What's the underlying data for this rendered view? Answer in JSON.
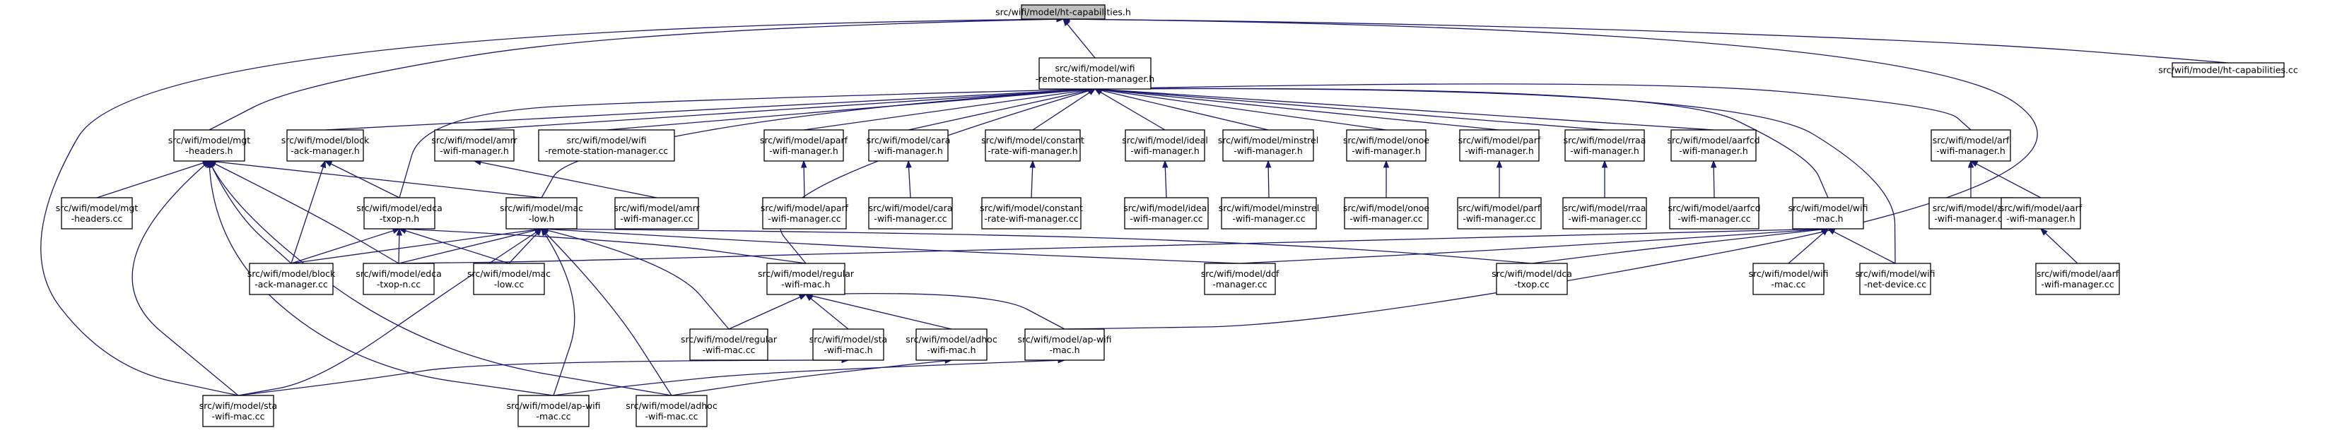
{
  "nodes": [
    {
      "id": "root",
      "lines": [
        "src/wifi/model/ht-capabilities.h"
      ],
      "kind": "header"
    },
    {
      "id": "rsm",
      "lines": [
        "src/wifi/model/wifi",
        "-remote-station-manager.h"
      ],
      "kind": "header"
    },
    {
      "id": "htcc",
      "lines": [
        "src/wifi/model/ht-capabilities.cc"
      ],
      "kind": "source"
    },
    {
      "id": "mgt",
      "lines": [
        "src/wifi/model/mgt",
        "-headers.h"
      ],
      "kind": "header"
    },
    {
      "id": "block",
      "lines": [
        "src/wifi/model/block",
        "-ack-manager.h"
      ],
      "kind": "header"
    },
    {
      "id": "amrr",
      "lines": [
        "src/wifi/model/amrr",
        "-wifi-manager.h"
      ],
      "kind": "header"
    },
    {
      "id": "rsmcc",
      "lines": [
        "src/wifi/model/wifi",
        "-remote-station-manager.cc"
      ],
      "kind": "source"
    },
    {
      "id": "aparf",
      "lines": [
        "src/wifi/model/aparf",
        "-wifi-manager.h"
      ],
      "kind": "header"
    },
    {
      "id": "cara",
      "lines": [
        "src/wifi/model/cara",
        "-wifi-manager.h"
      ],
      "kind": "header"
    },
    {
      "id": "constant",
      "lines": [
        "src/wifi/model/constant",
        "-rate-wifi-manager.h"
      ],
      "kind": "header"
    },
    {
      "id": "ideal",
      "lines": [
        "src/wifi/model/ideal",
        "-wifi-manager.h"
      ],
      "kind": "header"
    },
    {
      "id": "minstrel",
      "lines": [
        "src/wifi/model/minstrel",
        "-wifi-manager.h"
      ],
      "kind": "header"
    },
    {
      "id": "onoe",
      "lines": [
        "src/wifi/model/onoe",
        "-wifi-manager.h"
      ],
      "kind": "header"
    },
    {
      "id": "parf",
      "lines": [
        "src/wifi/model/parf",
        "-wifi-manager.h"
      ],
      "kind": "header"
    },
    {
      "id": "rraa",
      "lines": [
        "src/wifi/model/rraa",
        "-wifi-manager.h"
      ],
      "kind": "header"
    },
    {
      "id": "aarfcd",
      "lines": [
        "src/wifi/model/aarfcd",
        "-wifi-manager.h"
      ],
      "kind": "header"
    },
    {
      "id": "arf",
      "lines": [
        "src/wifi/model/arf",
        "-wifi-manager.h"
      ],
      "kind": "header"
    },
    {
      "id": "mgtcc",
      "lines": [
        "src/wifi/model/mgt",
        "-headers.cc"
      ],
      "kind": "source"
    },
    {
      "id": "edca",
      "lines": [
        "src/wifi/model/edca",
        "-txop-n.h"
      ],
      "kind": "header"
    },
    {
      "id": "mac",
      "lines": [
        "src/wifi/model/mac",
        "-low.h"
      ],
      "kind": "header"
    },
    {
      "id": "amrrcc",
      "lines": [
        "src/wifi/model/amrr",
        "-wifi-manager.cc"
      ],
      "kind": "source"
    },
    {
      "id": "aparfcc",
      "lines": [
        "src/wifi/model/aparf",
        "-wifi-manager.cc"
      ],
      "kind": "source"
    },
    {
      "id": "caracc",
      "lines": [
        "src/wifi/model/cara",
        "-wifi-manager.cc"
      ],
      "kind": "source"
    },
    {
      "id": "constantcc",
      "lines": [
        "src/wifi/model/constant",
        "-rate-wifi-manager.cc"
      ],
      "kind": "source"
    },
    {
      "id": "idealcc",
      "lines": [
        "src/wifi/model/ideal",
        "-wifi-manager.cc"
      ],
      "kind": "source"
    },
    {
      "id": "minstrelcc",
      "lines": [
        "src/wifi/model/minstrel",
        "-wifi-manager.cc"
      ],
      "kind": "source"
    },
    {
      "id": "onoecc",
      "lines": [
        "src/wifi/model/onoe",
        "-wifi-manager.cc"
      ],
      "kind": "source"
    },
    {
      "id": "parfcc",
      "lines": [
        "src/wifi/model/parf",
        "-wifi-manager.cc"
      ],
      "kind": "source"
    },
    {
      "id": "rraacc",
      "lines": [
        "src/wifi/model/rraa",
        "-wifi-manager.cc"
      ],
      "kind": "source"
    },
    {
      "id": "aarfcdcc",
      "lines": [
        "src/wifi/model/aarfcd",
        "-wifi-manager.cc"
      ],
      "kind": "source"
    },
    {
      "id": "wifimac",
      "lines": [
        "src/wifi/model/wifi",
        "-mac.h"
      ],
      "kind": "header"
    },
    {
      "id": "arfcc",
      "lines": [
        "src/wifi/model/arf",
        "-wifi-manager.cc"
      ],
      "kind": "source"
    },
    {
      "id": "aarf",
      "lines": [
        "src/wifi/model/aarf",
        "-wifi-manager.h"
      ],
      "kind": "header"
    },
    {
      "id": "blockcc",
      "lines": [
        "src/wifi/model/block",
        "-ack-manager.cc"
      ],
      "kind": "source"
    },
    {
      "id": "edcacc",
      "lines": [
        "src/wifi/model/edca",
        "-txop-n.cc"
      ],
      "kind": "source"
    },
    {
      "id": "maclowcc",
      "lines": [
        "src/wifi/model/mac",
        "-low.cc"
      ],
      "kind": "source"
    },
    {
      "id": "regular",
      "lines": [
        "src/wifi/model/regular",
        "-wifi-mac.h"
      ],
      "kind": "header"
    },
    {
      "id": "dcf",
      "lines": [
        "src/wifi/model/dcf",
        "-manager.cc"
      ],
      "kind": "source"
    },
    {
      "id": "dca",
      "lines": [
        "src/wifi/model/dca",
        "-txop.cc"
      ],
      "kind": "source"
    },
    {
      "id": "wifimaccc",
      "lines": [
        "src/wifi/model/wifi",
        "-mac.cc"
      ],
      "kind": "source"
    },
    {
      "id": "netdev",
      "lines": [
        "src/wifi/model/wifi",
        "-net-device.cc"
      ],
      "kind": "source"
    },
    {
      "id": "aarfcc",
      "lines": [
        "src/wifi/model/aarf",
        "-wifi-manager.cc"
      ],
      "kind": "source"
    },
    {
      "id": "regularcc",
      "lines": [
        "src/wifi/model/regular",
        "-wifi-mac.cc"
      ],
      "kind": "source"
    },
    {
      "id": "sta",
      "lines": [
        "src/wifi/model/sta",
        "-wifi-mac.h"
      ],
      "kind": "header"
    },
    {
      "id": "adhoc",
      "lines": [
        "src/wifi/model/adhoc",
        "-wifi-mac.h"
      ],
      "kind": "header"
    },
    {
      "id": "ap",
      "lines": [
        "src/wifi/model/ap-wifi",
        "-mac.h"
      ],
      "kind": "header"
    },
    {
      "id": "stacc",
      "lines": [
        "src/wifi/model/sta",
        "-wifi-mac.cc"
      ],
      "kind": "source"
    },
    {
      "id": "apcc",
      "lines": [
        "src/wifi/model/ap-wifi",
        "-mac.cc"
      ],
      "kind": "source"
    },
    {
      "id": "adhoccc",
      "lines": [
        "src/wifi/model/adhoc",
        "-wifi-mac.cc"
      ],
      "kind": "source"
    }
  ],
  "edges": [
    [
      "root",
      "rsm"
    ],
    [
      "root",
      "htcc"
    ],
    [
      "root",
      "mgt"
    ],
    [
      "root",
      "stacc"
    ],
    [
      "root",
      "ap"
    ],
    [
      "rsm",
      "block"
    ],
    [
      "rsm",
      "amrr"
    ],
    [
      "rsm",
      "rsmcc"
    ],
    [
      "rsm",
      "aparf"
    ],
    [
      "rsm",
      "cara"
    ],
    [
      "rsm",
      "constant"
    ],
    [
      "rsm",
      "ideal"
    ],
    [
      "rsm",
      "minstrel"
    ],
    [
      "rsm",
      "onoe"
    ],
    [
      "rsm",
      "parf"
    ],
    [
      "rsm",
      "rraa"
    ],
    [
      "rsm",
      "aarfcd"
    ],
    [
      "rsm",
      "arf"
    ],
    [
      "rsm",
      "edca"
    ],
    [
      "rsm",
      "mac"
    ],
    [
      "rsm",
      "wifimac"
    ],
    [
      "rsm",
      "regular"
    ],
    [
      "rsm",
      "netdev"
    ],
    [
      "mgt",
      "mgtcc"
    ],
    [
      "mgt",
      "mac"
    ],
    [
      "mgt",
      "blockcc"
    ],
    [
      "mgt",
      "edcacc"
    ],
    [
      "mgt",
      "stacc"
    ],
    [
      "mgt",
      "apcc"
    ],
    [
      "mgt",
      "adhoccc"
    ],
    [
      "block",
      "edca"
    ],
    [
      "block",
      "blockcc"
    ],
    [
      "amrr",
      "amrrcc"
    ],
    [
      "aparf",
      "aparfcc"
    ],
    [
      "cara",
      "caracc"
    ],
    [
      "constant",
      "constantcc"
    ],
    [
      "ideal",
      "idealcc"
    ],
    [
      "minstrel",
      "minstrelcc"
    ],
    [
      "onoe",
      "onoecc"
    ],
    [
      "parf",
      "parfcc"
    ],
    [
      "rraa",
      "rraacc"
    ],
    [
      "aarfcd",
      "aarfcdcc"
    ],
    [
      "arf",
      "arfcc"
    ],
    [
      "arf",
      "aarf"
    ],
    [
      "aarf",
      "aarfcc"
    ],
    [
      "edca",
      "blockcc"
    ],
    [
      "edca",
      "edcacc"
    ],
    [
      "edca",
      "maclowcc"
    ],
    [
      "edca",
      "regular"
    ],
    [
      "mac",
      "blockcc"
    ],
    [
      "mac",
      "edcacc"
    ],
    [
      "mac",
      "maclowcc"
    ],
    [
      "mac",
      "dcf"
    ],
    [
      "mac",
      "dca"
    ],
    [
      "mac",
      "regularcc"
    ],
    [
      "mac",
      "stacc"
    ],
    [
      "mac",
      "apcc"
    ],
    [
      "mac",
      "adhoccc"
    ],
    [
      "wifimac",
      "edcacc"
    ],
    [
      "wifimac",
      "dcf"
    ],
    [
      "wifimac",
      "dca"
    ],
    [
      "wifimac",
      "wifimaccc"
    ],
    [
      "wifimac",
      "netdev"
    ],
    [
      "regular",
      "regularcc"
    ],
    [
      "regular",
      "sta"
    ],
    [
      "regular",
      "adhoc"
    ],
    [
      "regular",
      "ap"
    ],
    [
      "sta",
      "stacc"
    ],
    [
      "adhoc",
      "adhoccc"
    ],
    [
      "ap",
      "apcc"
    ]
  ],
  "colors": {
    "edge": "#191970",
    "root_fill": "#bfbfbf",
    "node_fill": "#ffffff",
    "node_stroke": "#000000"
  }
}
